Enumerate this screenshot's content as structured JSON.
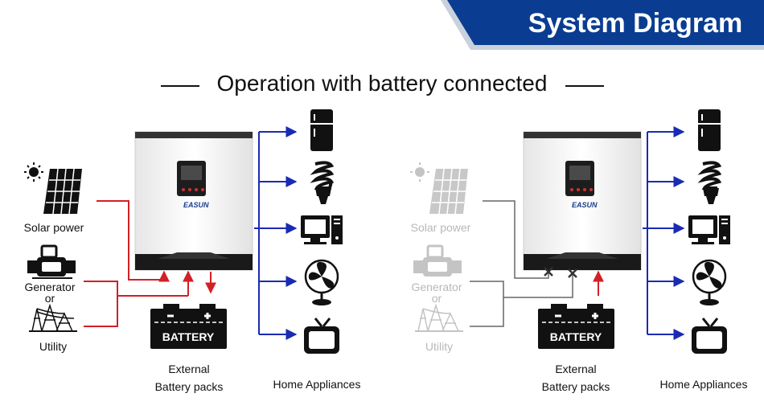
{
  "header": {
    "banner_title": "System Diagram"
  },
  "section_title": "Operation with battery connected",
  "left": {
    "solar_label": "Solar power",
    "generator_label": "Generator",
    "or_label": "or",
    "utility_label": "Utility",
    "battery_text": "BATTERY",
    "battery_caption_1": "External",
    "battery_caption_2": "Battery packs",
    "appliances_label": "Home Appliances",
    "inverter_brand": "EASUN"
  },
  "right": {
    "solar_label": "Solar power",
    "generator_label": "Generator",
    "or_label": "or",
    "utility_label": "Utility",
    "battery_text": "BATTERY",
    "battery_caption_1": "External",
    "battery_caption_2": "Battery packs",
    "appliances_label": "Home Appliances",
    "inverter_brand": "EASUN"
  },
  "colors": {
    "banner": "#0a3d91",
    "red_line": "#d31f26",
    "blue_line": "#1a2bb3",
    "gray_line": "#666666"
  }
}
